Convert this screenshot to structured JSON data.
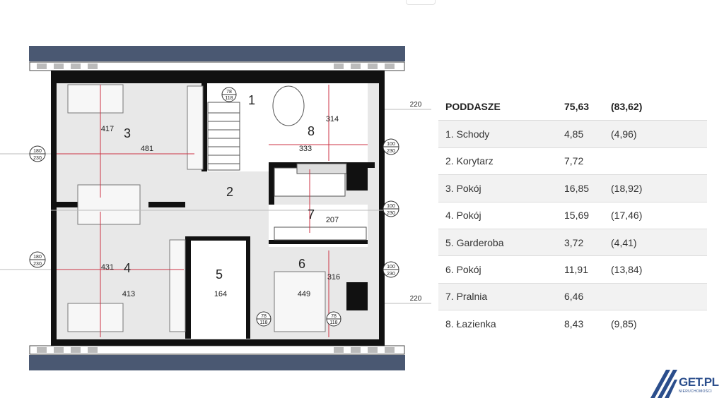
{
  "plan": {
    "rooms": [
      {
        "num": "1"
      },
      {
        "num": "2"
      },
      {
        "num": "3"
      },
      {
        "num": "4"
      },
      {
        "num": "5"
      },
      {
        "num": "6"
      },
      {
        "num": "7"
      },
      {
        "num": "8"
      }
    ],
    "dims": {
      "d481": "481",
      "d417": "417",
      "d333": "333",
      "d314": "314",
      "d207": "207",
      "d431": "431",
      "d413": "413",
      "d164": "164",
      "d449": "449",
      "d316": "316"
    },
    "side_marks": {
      "left_top_a": "180",
      "left_top_b": "230",
      "left_bot_a": "180",
      "left_bot_b": "230",
      "right_1a": "100",
      "right_1b": "230",
      "right_2a": "100",
      "right_2b": "230",
      "right_3a": "100",
      "right_3b": "230",
      "h220_top": "220",
      "h220_bot": "220"
    },
    "window_marks": {
      "top_a": "78",
      "top_b": "118",
      "bot_a": "78",
      "bot_b": "118",
      "br_a": "78",
      "br_b": "118"
    }
  },
  "table": {
    "header": {
      "name": "PODDASZE",
      "area": "75,63",
      "total": "(83,62)"
    },
    "rows": [
      {
        "name": "1. Schody",
        "area": "4,85",
        "total": "(4,96)"
      },
      {
        "name": "2. Korytarz",
        "area": "7,72",
        "total": ""
      },
      {
        "name": "3. Pokój",
        "area": "16,85",
        "total": "(18,92)"
      },
      {
        "name": "4. Pokój",
        "area": "15,69",
        "total": "(17,46)"
      },
      {
        "name": "5. Garderoba",
        "area": "3,72",
        "total": "(4,41)"
      },
      {
        "name": "6. Pokój",
        "area": "11,91",
        "total": "(13,84)"
      },
      {
        "name": "7. Pralnia",
        "area": "6,46",
        "total": ""
      },
      {
        "name": "8. Łazienka",
        "area": "8,43",
        "total": "(9,85)"
      }
    ]
  },
  "logo": {
    "text": "GET.PL",
    "sub": "NIERUCHOMOŚCI"
  },
  "colors": {
    "roof": "#4a5872",
    "wall": "#111111",
    "floor": "#e8e8e8",
    "dimension": "#cc3344",
    "logo": "#2b4e8c"
  }
}
